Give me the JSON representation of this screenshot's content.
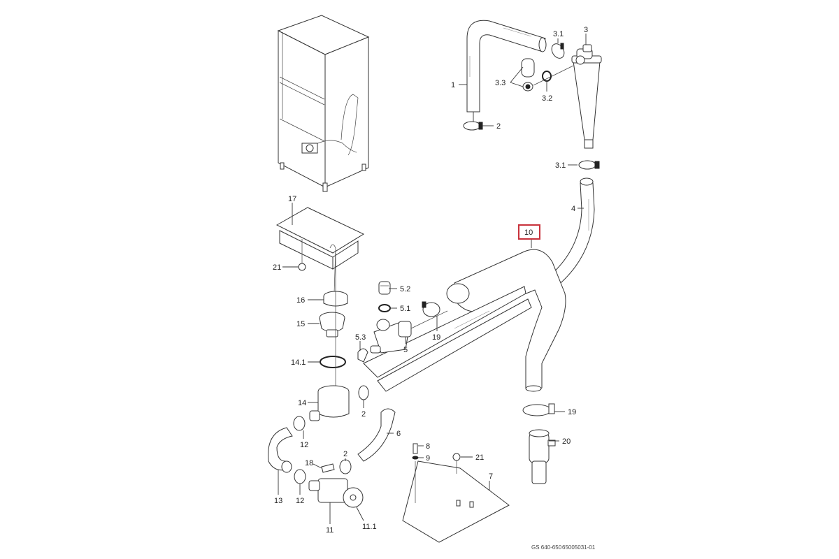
{
  "diagram": {
    "title": "Exploded parts view – drain assembly",
    "highlight_color": "#c8323c",
    "highlighted_part": "10",
    "labels": {
      "p1": "1",
      "p2a": "2",
      "p2b": "2",
      "p2c": "2",
      "p3": "3",
      "p3_1a": "3.1",
      "p3_1b": "3.1",
      "p3_2": "3.2",
      "p3_3": "3.3",
      "p4": "4",
      "p5": "5",
      "p5_1": "5.1",
      "p5_2": "5.2",
      "p5_3": "5.3",
      "p6": "6",
      "p7": "7",
      "p8": "8",
      "p9": "9",
      "p10": "10",
      "p11": "11",
      "p11_1": "11.1",
      "p12a": "12",
      "p12b": "12",
      "p13": "13",
      "p14": "14",
      "p14_1": "14.1",
      "p15": "15",
      "p16": "16",
      "p17": "17",
      "p18": "18",
      "p19a": "19",
      "p19b": "19",
      "p20": "20",
      "p21a": "21",
      "p21b": "21"
    },
    "footer": {
      "model": "GS 640-650",
      "code": "65005031-01"
    }
  }
}
